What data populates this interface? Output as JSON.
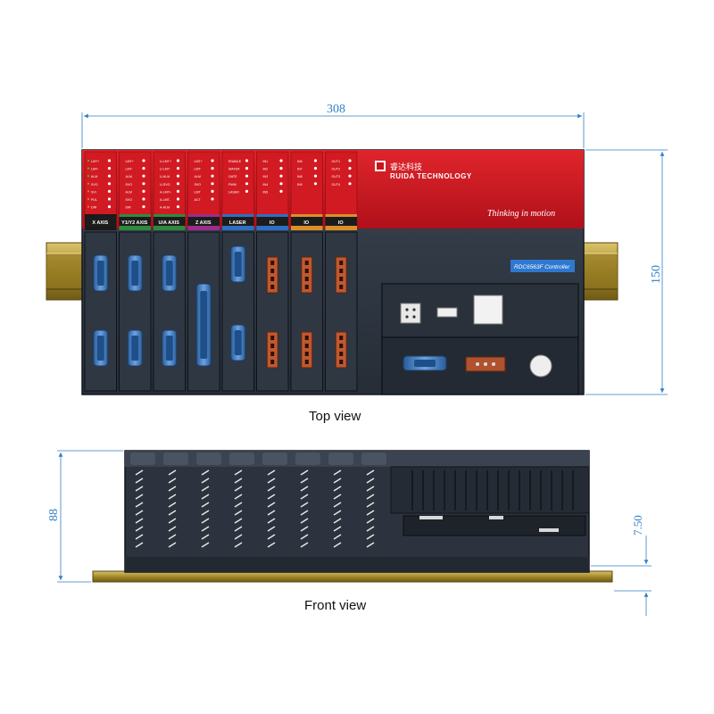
{
  "top_view": {
    "caption": "Top view",
    "width_dim": "308",
    "height_dim": "150",
    "brand_name": "RUIDA TECHNOLOGY",
    "brand_cn": "睿达科技",
    "slogan": "Thinking in motion",
    "model": "RDC6563F Controller",
    "modules": [
      {
        "label": "X AXIS",
        "color": "#1a1a1a",
        "leds": [
          "LMT+",
          "LMT-",
          "ALM",
          "SVO",
          "SVI",
          "PUL",
          "DIR"
        ]
      },
      {
        "label": "Y1/Y2 AXIS",
        "color": "#2e8b3e",
        "leds": [
          "LMT+",
          "LMT-",
          "ALM",
          "SVO",
          "ALM",
          "SVO",
          "DIR"
        ]
      },
      {
        "label": "U/A AXIS",
        "color": "#2e8b3e",
        "leds": [
          "U-LMT+",
          "U-LMT-",
          "U-ALM",
          "U-SVO",
          "A-LMT+",
          "A-LMT-",
          "A-ALM"
        ]
      },
      {
        "label": "Z AXIS",
        "color": "#9b2d8c",
        "leds": [
          "LMT+",
          "LMT-",
          "ALM",
          "SVO",
          "LMT",
          "ACT"
        ]
      },
      {
        "label": "LASER",
        "color": "#2d6fc4",
        "leds": [
          "ENABLE",
          "WATER",
          "GATE",
          "PWM",
          "LASER"
        ]
      },
      {
        "label": "IO",
        "color": "#2d6fc4",
        "leds": [
          "IN1",
          "IN2",
          "IN3",
          "IN4",
          "IN5"
        ]
      },
      {
        "label": "IO",
        "color": "#d9902a",
        "leds": [
          "IN6",
          "IN7",
          "IN8",
          "IN9"
        ]
      },
      {
        "label": "IO",
        "color": "#d9902a",
        "leds": [
          "OUT1",
          "OUT2",
          "OUT3",
          "OUT4"
        ]
      }
    ]
  },
  "front_view": {
    "caption": "Front view",
    "height_dim": "88",
    "rail_dim": "7.50"
  },
  "colors": {
    "panel_red": "#c8141e",
    "body": "#2b3340",
    "rail": "#a58a2a",
    "dimension": "#2f7fc8"
  }
}
